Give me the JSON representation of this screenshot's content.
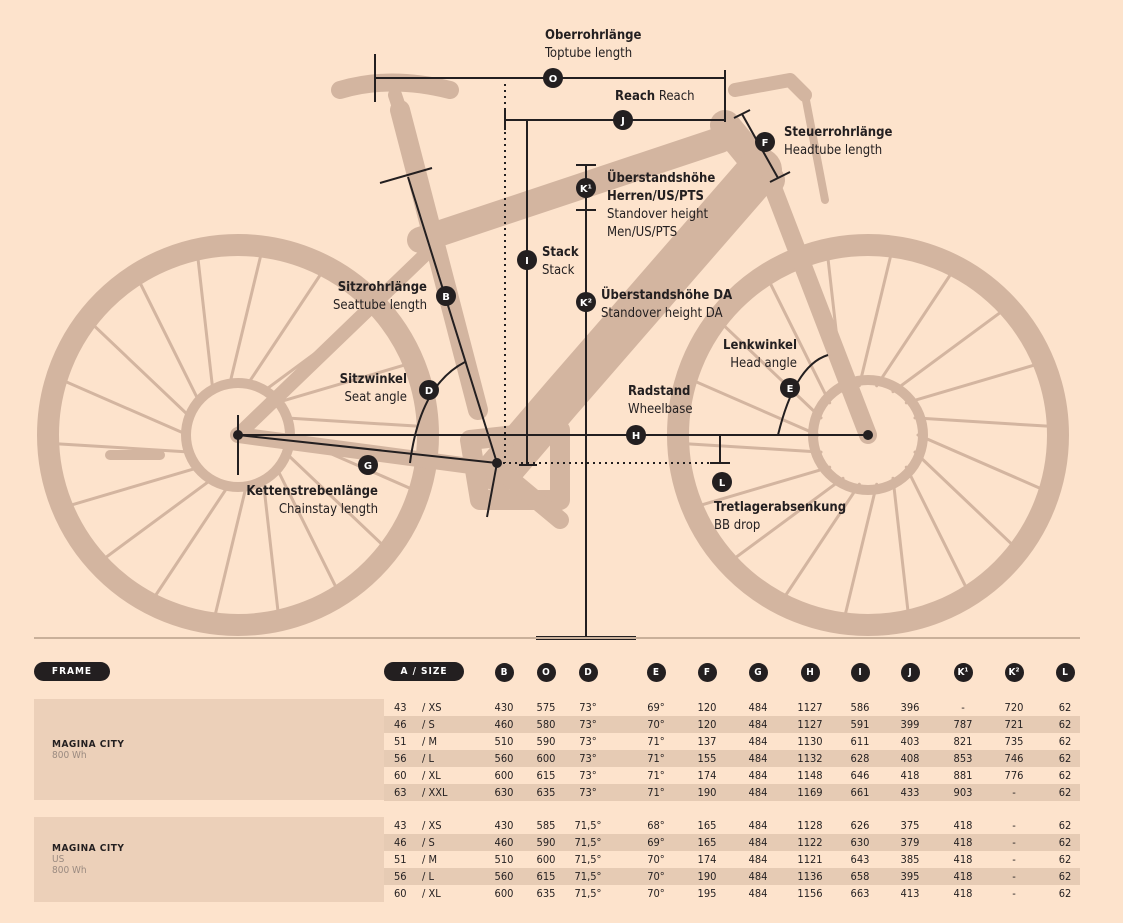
{
  "labels": [
    {
      "id": "toptube",
      "de": "Oberrohrlänge",
      "en": "Toptube length"
    },
    {
      "id": "reach",
      "de": "Reach",
      "en": "Reach"
    },
    {
      "id": "headtube",
      "de": "Steuerrohrlänge",
      "en": "Headtube length"
    },
    {
      "id": "standover_men",
      "de": "Überstandshöhe\nHerren/US/PTS",
      "en": "Standover height\nMen/US/PTS"
    },
    {
      "id": "stack",
      "de": "Stack",
      "en": "Stack"
    },
    {
      "id": "standover_da",
      "de": "Überstandshöhe DA",
      "en": "Standover height DA"
    },
    {
      "id": "seattube",
      "de": "Sitzrohrlänge",
      "en": "Seattube length"
    },
    {
      "id": "seatangle",
      "de": "Sitzwinkel",
      "en": "Seat angle"
    },
    {
      "id": "headangle",
      "de": "Lenkwinkel",
      "en": "Head angle"
    },
    {
      "id": "wheelbase",
      "de": "Radstand",
      "en": "Wheelbase"
    },
    {
      "id": "chainstay",
      "de": "Kettenstrebenlänge",
      "en": "Chainstay length"
    },
    {
      "id": "bbdrop",
      "de": "Tretlagerabsenkung",
      "en": "BB drop"
    }
  ],
  "markers": [
    {
      "id": "toptube",
      "letter": "O"
    },
    {
      "id": "reach",
      "letter": "J"
    },
    {
      "id": "headtube",
      "letter": "F"
    },
    {
      "id": "standover_men",
      "letter": "K¹"
    },
    {
      "id": "stack",
      "letter": "I"
    },
    {
      "id": "standover_da",
      "letter": "K²"
    },
    {
      "id": "seattube",
      "letter": "B"
    },
    {
      "id": "seatangle",
      "letter": "D"
    },
    {
      "id": "headangle",
      "letter": "E"
    },
    {
      "id": "wheelbase",
      "letter": "H"
    },
    {
      "id": "chainstay",
      "letter": "G"
    },
    {
      "id": "bbdrop",
      "letter": "L"
    }
  ],
  "table": {
    "frame_label": "FRAME",
    "size_label": "A / SIZE",
    "columns": [
      "B",
      "O",
      "D",
      "E",
      "F",
      "G",
      "H",
      "I",
      "J",
      "K¹",
      "K²",
      "L"
    ],
    "models": [
      {
        "name": "MAGINA CITY",
        "sub": [
          "800 Wh"
        ],
        "rows": [
          {
            "a": "43",
            "size": "/ XS",
            "v": [
              "430",
              "575",
              "73°",
              "69°",
              "120",
              "484",
              "1127",
              "586",
              "396",
              "-",
              "720",
              "62"
            ]
          },
          {
            "a": "46",
            "size": "/ S",
            "v": [
              "460",
              "580",
              "73°",
              "70°",
              "120",
              "484",
              "1127",
              "591",
              "399",
              "787",
              "721",
              "62"
            ]
          },
          {
            "a": "51",
            "size": "/ M",
            "v": [
              "510",
              "590",
              "73°",
              "71°",
              "137",
              "484",
              "1130",
              "611",
              "403",
              "821",
              "735",
              "62"
            ]
          },
          {
            "a": "56",
            "size": "/ L",
            "v": [
              "560",
              "600",
              "73°",
              "71°",
              "155",
              "484",
              "1132",
              "628",
              "408",
              "853",
              "746",
              "62"
            ]
          },
          {
            "a": "60",
            "size": "/ XL",
            "v": [
              "600",
              "615",
              "73°",
              "71°",
              "174",
              "484",
              "1148",
              "646",
              "418",
              "881",
              "776",
              "62"
            ]
          },
          {
            "a": "63",
            "size": "/ XXL",
            "v": [
              "630",
              "635",
              "73°",
              "71°",
              "190",
              "484",
              "1169",
              "661",
              "433",
              "903",
              "-",
              "62"
            ]
          }
        ]
      },
      {
        "name": "MAGINA CITY",
        "sub": [
          "US",
          "800 Wh"
        ],
        "rows": [
          {
            "a": "43",
            "size": "/ XS",
            "v": [
              "430",
              "585",
              "71,5°",
              "68°",
              "165",
              "484",
              "1128",
              "626",
              "375",
              "418",
              "-",
              "62"
            ]
          },
          {
            "a": "46",
            "size": "/ S",
            "v": [
              "460",
              "590",
              "71,5°",
              "69°",
              "165",
              "484",
              "1122",
              "630",
              "379",
              "418",
              "-",
              "62"
            ]
          },
          {
            "a": "51",
            "size": "/ M",
            "v": [
              "510",
              "600",
              "71,5°",
              "70°",
              "174",
              "484",
              "1121",
              "643",
              "385",
              "418",
              "-",
              "62"
            ]
          },
          {
            "a": "56",
            "size": "/ L",
            "v": [
              "560",
              "615",
              "71,5°",
              "70°",
              "190",
              "484",
              "1136",
              "658",
              "395",
              "418",
              "-",
              "62"
            ]
          },
          {
            "a": "60",
            "size": "/ XL",
            "v": [
              "600",
              "635",
              "71,5°",
              "70°",
              "195",
              "484",
              "1156",
              "663",
              "413",
              "418",
              "-",
              "62"
            ]
          }
        ]
      }
    ]
  }
}
